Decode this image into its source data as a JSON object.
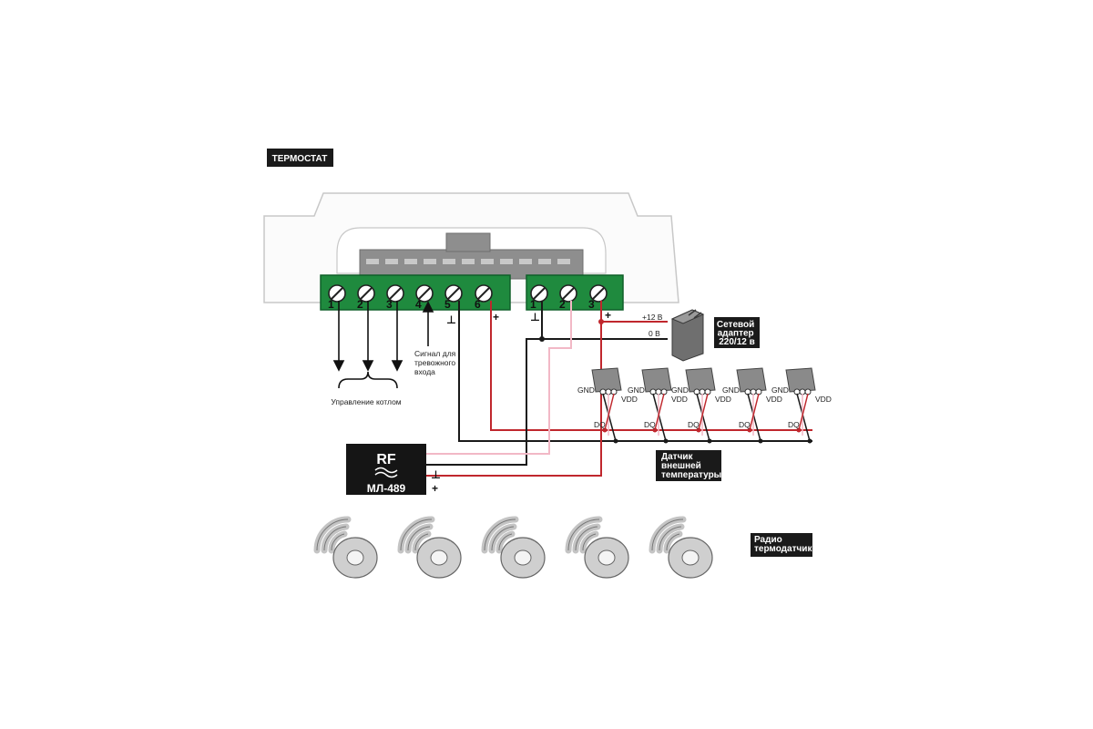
{
  "labels": {
    "thermostat": "ТЕРМОСТАТ",
    "boiler_control": "Управление котлом",
    "alarm_signal": [
      "Сигнал для",
      "тревожного",
      "входа"
    ],
    "adapter": [
      "Сетевой",
      "адаптер",
      "220/12 в"
    ],
    "outdoor_sensor": [
      "Датчик",
      "внешней",
      "температуры"
    ],
    "radio_sensors": [
      "Радио",
      "термодатчики"
    ],
    "rf_title": "RF",
    "rf_model": "МЛ-489",
    "rf_ground": "⊥",
    "rf_plus": "+",
    "plus_12v": "+12 В",
    "zero_v": "0 В"
  },
  "terminals_left": [
    "1",
    "2",
    "3",
    "4",
    "5",
    "6"
  ],
  "terminals_right": [
    "1",
    "2",
    "3"
  ],
  "terminal_marks": {
    "t5_ground": "⊥",
    "t6_plus": "+",
    "r1_ground": "⊥",
    "r3_plus": "+"
  },
  "sensor_pins": {
    "gnd": "GND",
    "vdd": "VDD",
    "dq": "DQ"
  },
  "sensor_count": 5,
  "radio_sensor_count": 5,
  "colors": {
    "terminal_green": "#1f8a3e",
    "wire_red": "#c0272d",
    "wire_pink": "#f2b8c6",
    "wire_black": "#1a1a1a",
    "label_bg": "#1a1a1a"
  }
}
